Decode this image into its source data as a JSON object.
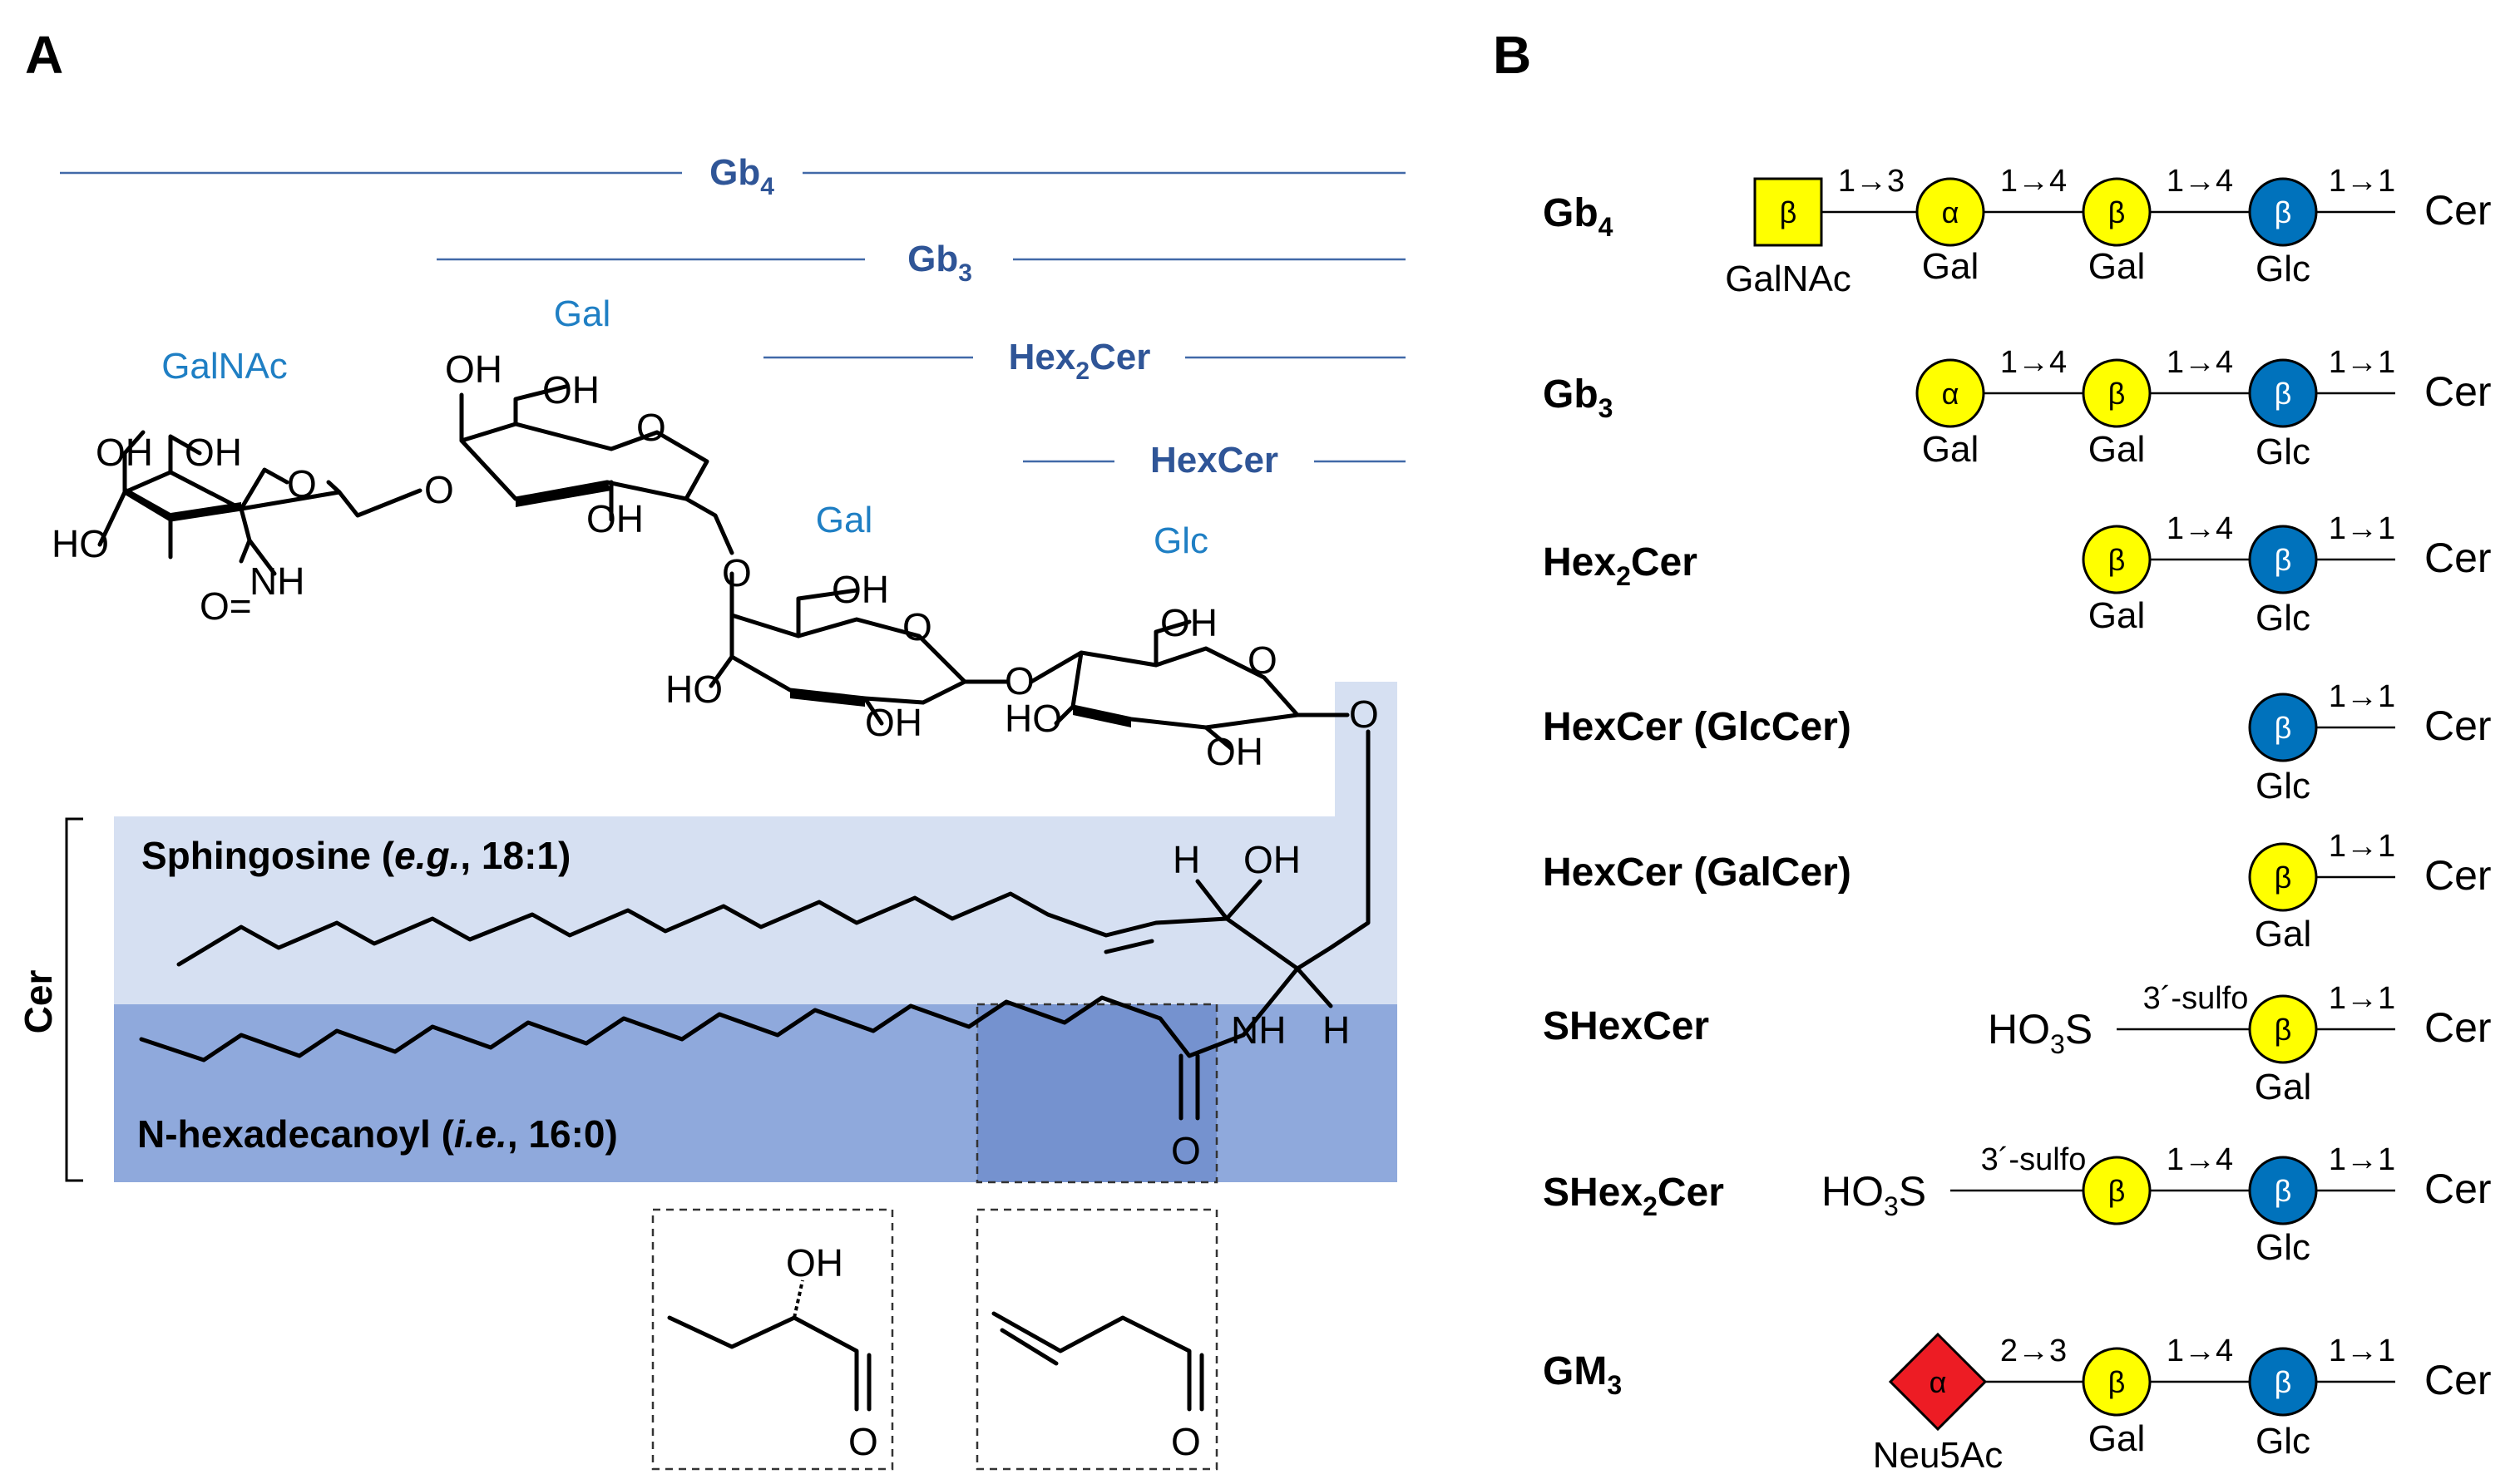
{
  "panel_a": {
    "letter": "A",
    "spans": [
      {
        "name": "Gb",
        "sub": "4"
      },
      {
        "name": "Gb",
        "sub": "3"
      },
      {
        "name": "Hex",
        "sub": "2",
        "suffix": "Cer"
      },
      {
        "name": "HexCer",
        "sub": "",
        "suffix": ""
      }
    ],
    "sugar_labels": [
      "GalNAc",
      "Gal",
      "Gal",
      "Glc"
    ],
    "cer_label": "Cer",
    "sphingosine": {
      "prefix": "Sphingosine (",
      "eg": "e.g.",
      "suffix": ", 18:1)"
    },
    "acyl": {
      "prefix": "N-hexadecanoyl (",
      "ie": "i.e.",
      "suffix": ", 16:0)"
    },
    "atoms": {
      "oh": "OH",
      "ho": "HO",
      "o": "O",
      "nh": "NH",
      "h": "H",
      "o_eq": "O=",
      "o_ring": "O"
    },
    "colors": {
      "sugar_label": "#1f7fc4",
      "span_label": "#2f5597",
      "sphingo_band": "#d6e0f2",
      "acyl_band": "#8fa9dc",
      "acyl_dark": "#7592cf"
    }
  },
  "panel_b": {
    "letter": "B",
    "rows": [
      {
        "label": "Gb",
        "sub": "4",
        "suffix": ""
      },
      {
        "label": "Gb",
        "sub": "3",
        "suffix": ""
      },
      {
        "label": "Hex",
        "sub": "2",
        "suffix": "Cer"
      },
      {
        "label": "HexCer (GlcCer)",
        "sub": "",
        "suffix": ""
      },
      {
        "label": "HexCer (GalCer)",
        "sub": "",
        "suffix": ""
      },
      {
        "label": "SHexCer",
        "sub": "",
        "suffix": ""
      },
      {
        "label": "SHex",
        "sub": "2",
        "suffix": "Cer"
      },
      {
        "label": "GM",
        "sub": "3",
        "suffix": ""
      }
    ],
    "symbols": {
      "beta": "β",
      "alpha": "α"
    },
    "linkages": {
      "l13": "1→3",
      "l14": "1→4",
      "l11": "1→1",
      "l23": "2→3",
      "sulfo": "3´-sulfo"
    },
    "names": {
      "galnac": "GalNAc",
      "gal": "Gal",
      "glc": "Glc",
      "neu5ac": "Neu5Ac",
      "cer": "Cer",
      "ho3s": {
        "a": "HO",
        "sub": "3",
        "b": "S"
      }
    },
    "colors": {
      "gal": "#ffff00",
      "glc": "#0072bc",
      "galnac": "#ffff00",
      "neu5ac": "#ed1c24"
    }
  }
}
